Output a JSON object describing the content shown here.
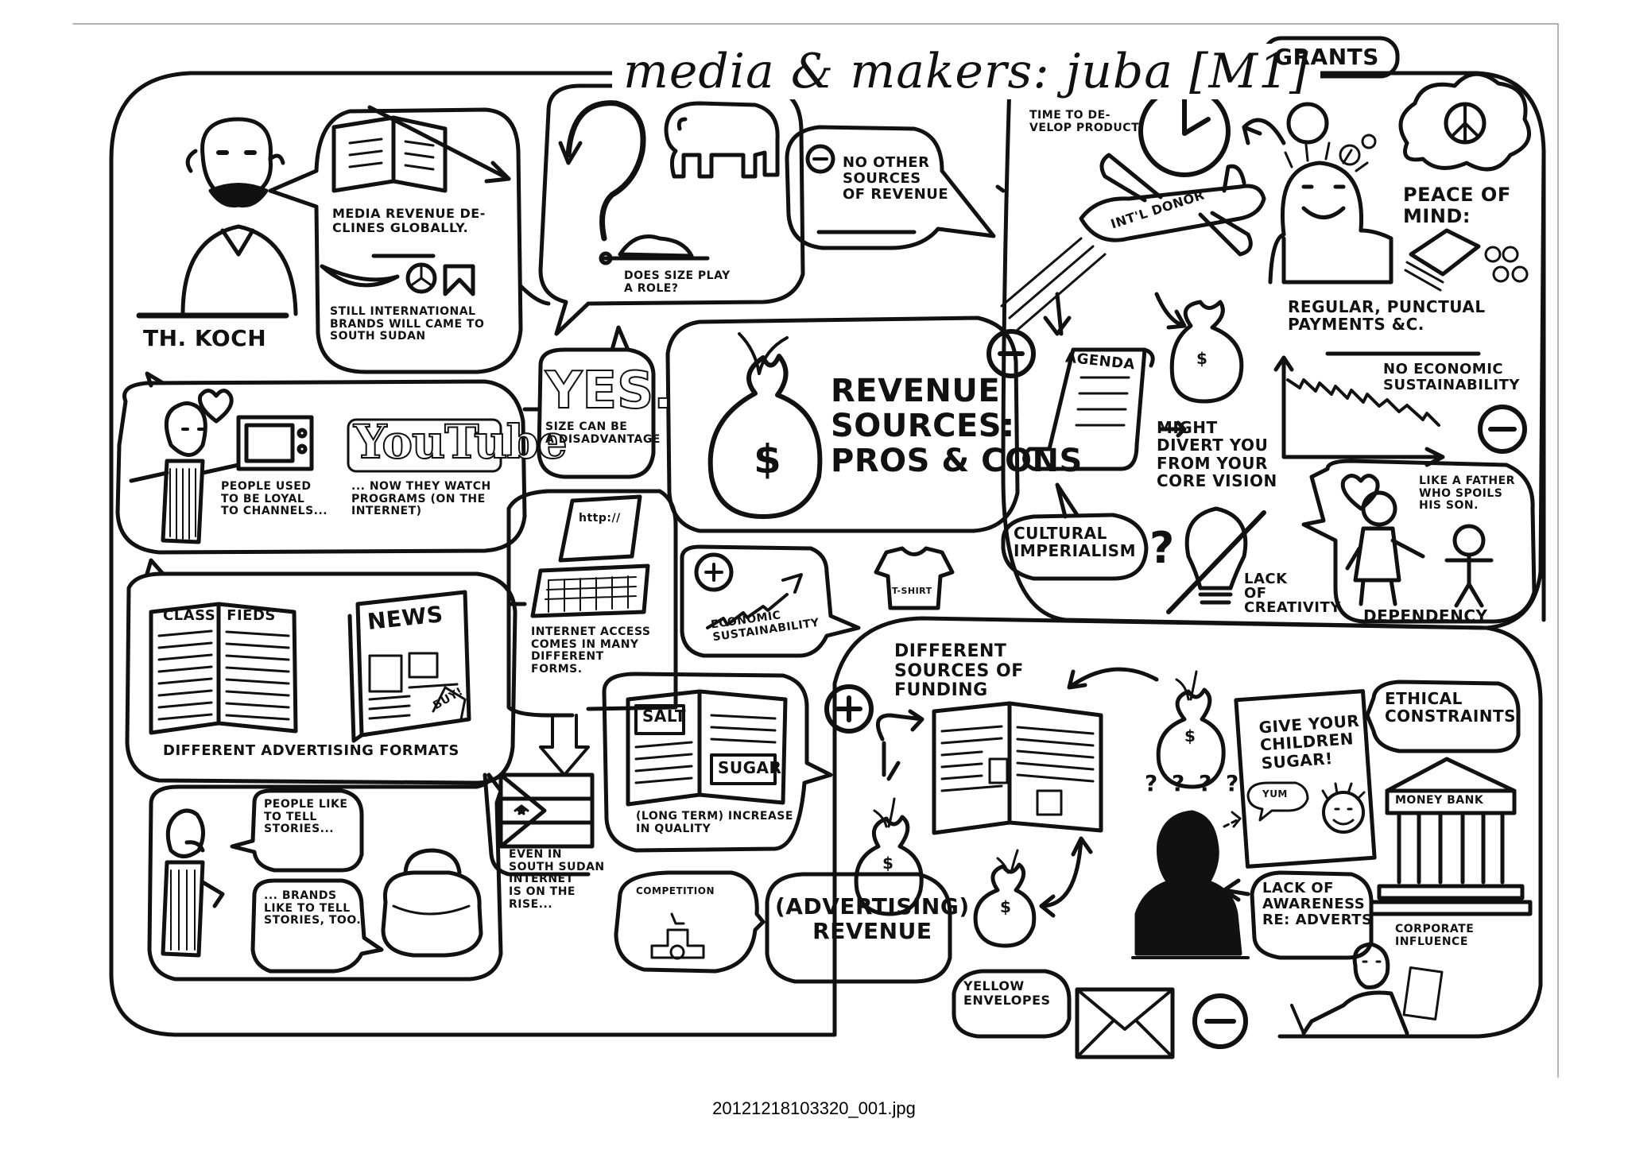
{
  "title": "media & makers: juba [M1]",
  "filename": "20121218103320_001.jpg",
  "labels": {
    "grants": "GRANTS",
    "speaker": "TH. KOCH",
    "media_revenue": "MEDIA REVENUE DE-\nCLINES GLOBALLY.",
    "intl_brands": "STILL INTERNATIONAL\nBRANDS WILL CAME TO\nSOUTH SUDAN",
    "size_role": "DOES SIZE PLAY\nA ROLE?",
    "no_other": "NO OTHER\nSOURCES\nOF REVENUE",
    "time_develop": "TIME TO DE-\nVELOP PRODUCT.",
    "intl_donor": "INT'L DONOR",
    "peace_of_mind": "PEACE OF\nMIND:",
    "regular_payments": "REGULAR, PUNCTUAL\nPAYMENTS &C.",
    "no_econ_sust": "NO ECONOMIC\nSUSTAINABILITY",
    "loyal_channels": "PEOPLE USED\nTO BE LOYAL\nTO CHANNELS...",
    "youtube": "YouTube",
    "watch_programs": "... NOW THEY WATCH\nPROGRAMS (ON THE\nINTERNET)",
    "yes": "YES.",
    "size_disadv": "SIZE CAN BE\nA DISADVANTAGE",
    "revenue_sources": "REVENUE\nSOURCES:\nPROS & CONS",
    "agenda": "AGENDA",
    "might_divert": "MIGHT\nDIVERT YOU\nFROM YOUR\nCORE VISION",
    "cultural_imperialism": "CULTURAL\nIMPERIALISM",
    "lack_creativity": "LACK\nOF\nCREATIVITY",
    "like_father": "LIKE A FATHER\nWHO SPOILS\nHIS SON.",
    "dependency": "DEPENDENCY",
    "http": "http://",
    "econ_sust": "ECONOMIC\nSUSTAINABILITY",
    "tshirt": "T-SHIRT",
    "classifieds": "CLASSi FIEDS",
    "news": "NEWS",
    "buy": "BUY!",
    "ad_formats": "DIFFERENT ADVERTISING FORMATS",
    "internet_access": "INTERNET ACCESS\nCOMES IN MANY\nDIFFERENT\nFORMS.",
    "salt": "SALT",
    "sugar": "SUGAR",
    "quality": "(LONG TERM) INCREASE\nIN QUALITY",
    "diff_sources": "DIFFERENT\nSOURCES OF\nFUNDING",
    "give_sugar": "GIVE YOUR\nCHILDREN\nSUGAR!",
    "yum": "YUM",
    "ethical": "ETHICAL\nCONSTRAINTS",
    "money_bank": "MONEY BANK",
    "tell_stories": "PEOPLE LIKE\nTO TELL\nSTORIES...",
    "brands_stories": "... BRANDS\nLIKE TO TELL\nSTORIES, TOO.",
    "internet_rise": "EVEN IN\nSOUTH SUDAN\nINTERNET\nIS ON THE\nRISE...",
    "competition": "COMPETITION",
    "advertising_revenue": "(ADVERTISING)\nREVENUE",
    "question_marks": "? ? ? ?",
    "lack_awareness": "LACK OF\nAWARENESS\nRE: ADVERTS",
    "corporate": "CORPORATE\nINFLUENCE",
    "yellow_env": "YELLOW\nENVELOPES",
    "dollar": "$",
    "plus": "+",
    "minus": "−",
    "qmark": "?"
  },
  "colors": {
    "ink": "#111111",
    "paper": "#ffffff"
  }
}
